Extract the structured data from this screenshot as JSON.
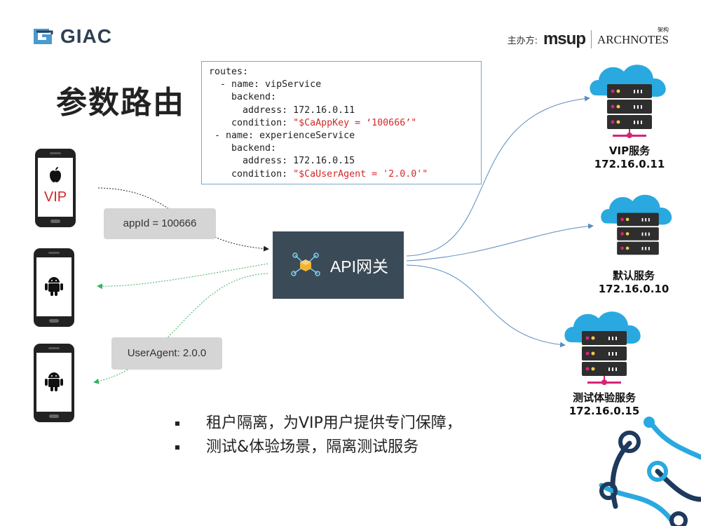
{
  "header": {
    "logo_text": "GIAC",
    "organizer_label": "主办方:",
    "organizer_brand_1": "msup",
    "organizer_brand_2": "ARCHNOTES",
    "organizer_brand_2_cn": "架构"
  },
  "title": "参数路由",
  "config": {
    "lines": [
      {
        "text": "routes:"
      },
      {
        "text": "  - name: vipService"
      },
      {
        "text": "    backend:"
      },
      {
        "text": "      address: 172.16.0.11"
      },
      {
        "text": "    condition: ",
        "red": "\"$CaAppKey = ‘100666’\""
      },
      {
        "text": " - name: experienceService"
      },
      {
        "text": "    backend:"
      },
      {
        "text": "      address: 172.16.0.15"
      },
      {
        "text": "    condition: ",
        "red": "\"$CaUserAgent = '2.0.0'\""
      }
    ]
  },
  "clients": {
    "vip_label": "VIP",
    "tag_appid": "appId = 100666",
    "tag_useragent": "UserAgent: 2.0.0"
  },
  "gateway": {
    "label": "API网关"
  },
  "servers": [
    {
      "name": "VIP服务",
      "ip": "172.16.0.11"
    },
    {
      "name": "默认服务",
      "ip": "172.16.0.10"
    },
    {
      "name": "测试体验服务",
      "ip": "172.16.0.15"
    }
  ],
  "bullets": [
    "租户隔离，为VIP用户提供专门保障，",
    "测试&体验场景，隔离测试服务"
  ],
  "colors": {
    "gateway_bg": "#3b4a57",
    "cloud": "#29a9e0",
    "server_body": "#2e2e2e",
    "server_base": "#d6247a",
    "arrow_blue": "#5b8cc0",
    "arrow_green": "#3cb060",
    "arrow_black": "#222222",
    "code_red": "#d12a2a"
  },
  "icons": [
    "apple-icon",
    "android-icon",
    "gateway-cube-icon",
    "cloud-server-icon"
  ]
}
